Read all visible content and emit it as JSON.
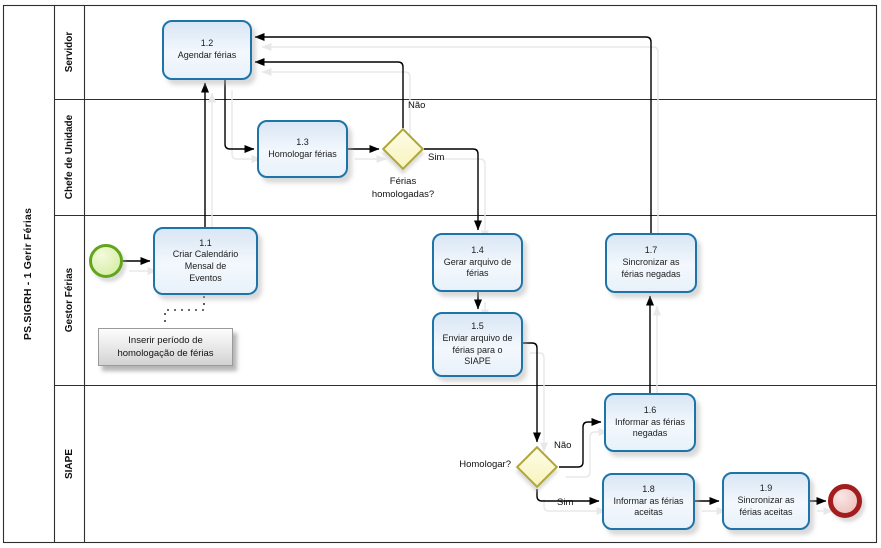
{
  "pool": {
    "label": "PS.SIGRH - 1 Gerir  Férias"
  },
  "lanes": [
    {
      "label": "Servidor"
    },
    {
      "label": "Chefe de Unidade"
    },
    {
      "label": "Gestor Férias"
    },
    {
      "label": "SIAPE"
    }
  ],
  "tasks": [
    {
      "id": "1.1",
      "label": "Criar Calendário Mensal de Eventos"
    },
    {
      "id": "1.2",
      "label": "Agendar férias"
    },
    {
      "id": "1.3",
      "label": "Homologar férias"
    },
    {
      "id": "1.4",
      "label": "Gerar arquivo de férias"
    },
    {
      "id": "1.5",
      "label": "Enviar arquivo de férias para o SIAPE"
    },
    {
      "id": "1.6",
      "label": "Informar as férias negadas"
    },
    {
      "id": "1.7",
      "label": "Sincronizar as férias negadas"
    },
    {
      "id": "1.8",
      "label": "Informar as férias aceitas"
    },
    {
      "id": "1.9",
      "label": "Sincronizar as férias aceitas"
    }
  ],
  "gateways": [
    {
      "question": "Férias homologadas?",
      "yes_label": "Sim",
      "no_label": "Não"
    },
    {
      "question": "Homologar?",
      "yes_label": "Sim",
      "no_label": "Não"
    }
  ],
  "annotation": {
    "text": "Inserir período de homologação de férias"
  },
  "icons": {
    "start_event": "green-start-circle",
    "end_event": "red-end-circle",
    "gateway": "yellow-diamond"
  },
  "colors": {
    "task_border": "#1e74a9",
    "task_fill_top": "#d9e6f4",
    "gateway_border": "#b1a636",
    "gateway_fill": "#f8f4bf",
    "start_border": "#61a51d",
    "start_fill": "#d6eda4",
    "end_border": "#a21d1d",
    "end_fill": "#eec1bd",
    "flow": "#000000",
    "flow_shadow": "#e8e8e8",
    "lane_border": "#2f2f2f"
  }
}
